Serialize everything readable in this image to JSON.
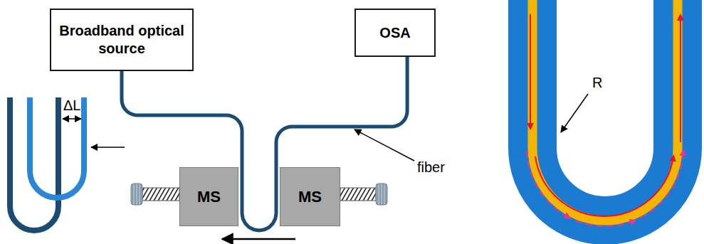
{
  "diagram": {
    "nodes": [
      {
        "text": [
          "Broadband optical source"
        ]
      },
      {
        "text": [
          "OSA"
        ]
      },
      {
        "text": [
          "MS"
        ]
      },
      {
        "text": [
          "MS"
        ]
      }
    ],
    "edges": [
      {
        "from": 0,
        "to": 1,
        "arrow": "none"
      }
    ],
    "labels": [
      "ΔL",
      "fiber",
      "R"
    ]
  }
}
